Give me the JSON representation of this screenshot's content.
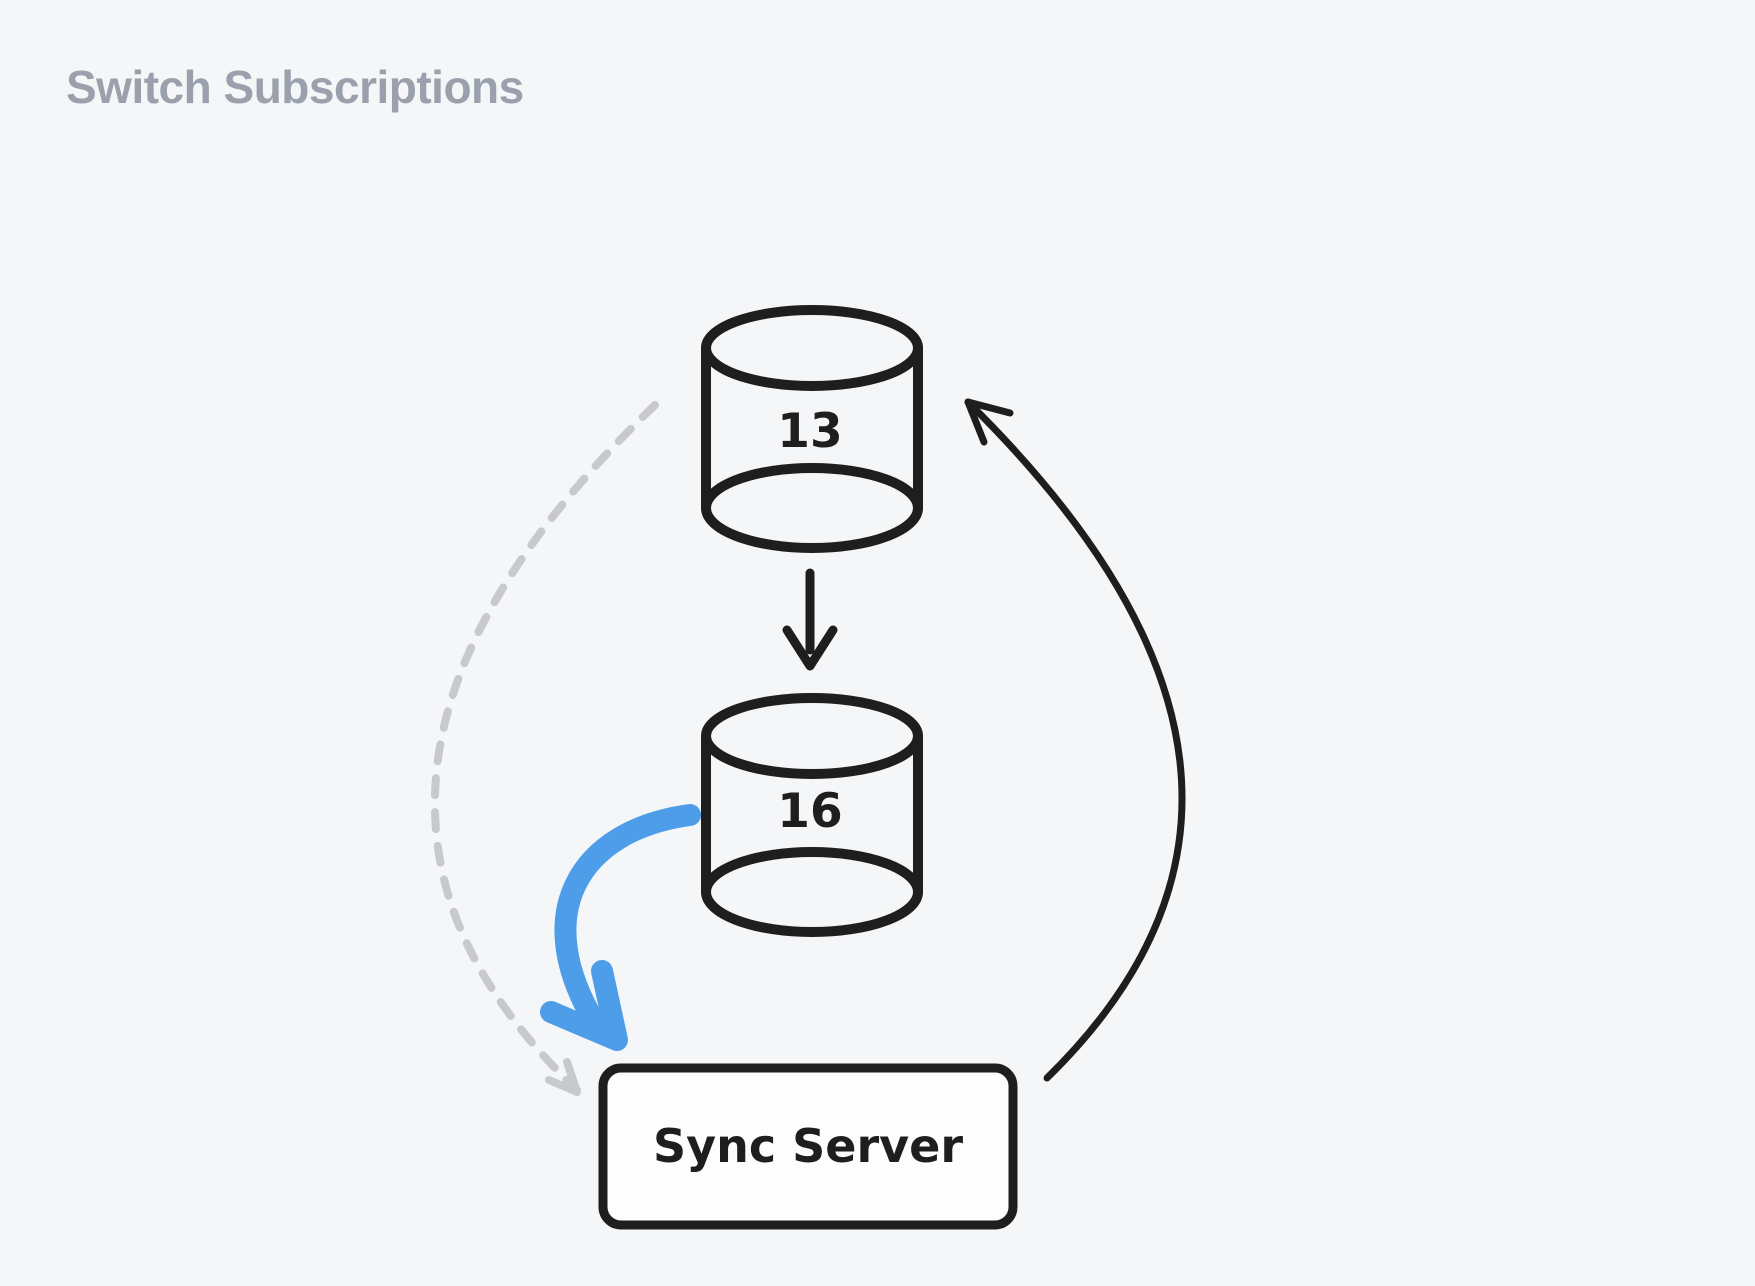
{
  "page": {
    "title": "Switch Subscriptions"
  },
  "colors": {
    "background": "#f5f6f8",
    "title_text": "#9aa1ad",
    "stroke": "#1e1e1e",
    "accent_blue": "#4d9de9",
    "muted_dash": "#c7c9cc",
    "box_fill": "#fdfdfd"
  },
  "diagram": {
    "nodes": [
      {
        "id": "db-13",
        "type": "database-cylinder",
        "label": "13"
      },
      {
        "id": "db-16",
        "type": "database-cylinder",
        "label": "16"
      },
      {
        "id": "sync-server",
        "type": "rounded-rect",
        "label": "Sync Server"
      }
    ],
    "edges": [
      {
        "id": "db13-to-db16",
        "from": "db-13",
        "to": "db-16",
        "style": "solid-straight",
        "color_key": "stroke"
      },
      {
        "id": "db16-to-sync",
        "from": "db-16",
        "to": "sync-server",
        "style": "thick-curved-accent",
        "color_key": "accent_blue"
      },
      {
        "id": "db13-to-sync",
        "from": "db-13",
        "to": "sync-server",
        "style": "dashed-curved",
        "color_key": "muted_dash"
      },
      {
        "id": "sync-to-db13",
        "from": "sync-server",
        "to": "db-13",
        "style": "solid-curved",
        "color_key": "stroke"
      }
    ]
  }
}
